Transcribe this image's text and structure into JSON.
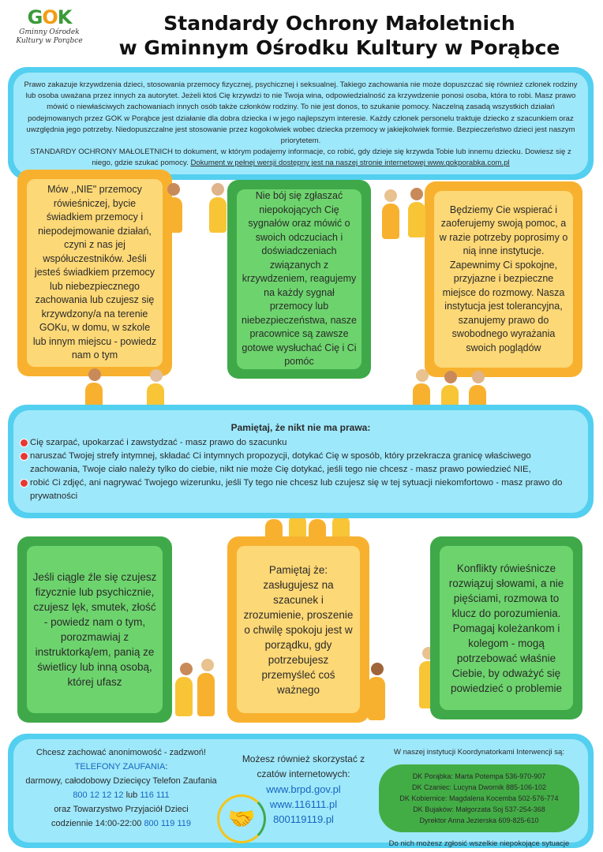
{
  "logo": {
    "text": "GOK",
    "subtitle": "Gminny Ośrodek Kultury w Porąbce"
  },
  "title": {
    "line1": "Standardy Ochrony Małoletnich",
    "line2": "w Gminnym Ośrodku Kultury w Porąbce"
  },
  "intro": {
    "paragraph": "Prawo zakazuje krzywdzenia dzieci, stosowania przemocy fizycznej, psychicznej i seksualnej. Takiego zachowania nie może dopuszczać się również członek rodziny lub osoba uważana przez innych za autorytet. Jeżeli ktoś Cię krzywdzi to nie Twoja wina, odpowiedzialność za krzywdzenie ponosi osoba, która to robi. Masz prawo mówić o niewłaściwych zachowaniach innych osób także członków rodziny. To nie jest donos, to szukanie pomocy. Naczelną zasadą wszystkich działań podejmowanych przez GOK w Porąbce jest działanie dla dobra dziecka i w jego najlepszym interesie. Każdy członek personelu traktuje dziecko z szacunkiem oraz uwzględnia jego potrzeby. Niedopuszczalne jest stosowanie przez kogokolwiek wobec dziecka przemocy w jakiejkolwiek formie. Bezpieczeństwo dzieci jest naszym priorytetem.",
    "standards": "STANDARDY OCHRONY MAŁOLETNICH to dokument, w którym podajemy informacje, co robić, gdy dzieje się krzywda Tobie lub innemu dziecku. Dowiesz się z niego, gdzie szukać pomocy. ",
    "link": "Dokument w pełnej wersji dostępny jest na naszej stronie internetowej www.gokporabka.com.pl"
  },
  "cards": [
    "Mów ,,NIE\" przemocy rówieśniczej, bycie świadkiem przemocy i niepodejmowanie działań, czyni z nas jej współuczestników. Jeśli jesteś świadkiem przemocy lub niebezpiecznego zachowania lub czujesz się krzywdzony/a na terenie GOKu, w domu, w szkole lub innym miejscu - powiedz nam o tym",
    "Nie bój się zgłaszać niepokojących Cię sygnałów oraz mówić o swoich odczuciach i doświadczeniach związanych z krzywdzeniem, reagujemy na każdy sygnał przemocy lub niebezpieczeństwa, nasze pracownice są zawsze gotowe wysłuchać Cię i Ci pomóc",
    "Będziemy Cie wspierać i zaoferujemy swoją pomoc, a w razie potrzeby poprosimy o nią inne instytucje. Zapewnimy Ci spokojne, przyjazne i bezpieczne miejsce do rozmowy. Nasza instytucja jest tolerancyjna, szanujemy prawo do swobodnego wyrażania swoich poglądów",
    "Jeśli ciągle źle się czujesz fizycznie lub psychicznie, czujesz lęk, smutek, złość - powiedz nam o tym, porozmawiaj z instruktorką/em, panią ze świetlicy lub inną osobą, której ufasz",
    "Pamiętaj że: zasługujesz na szacunek i zrozumienie, proszenie o chwilę spokoju jest w porządku, gdy potrzebujesz przemyśleć coś ważnego",
    "Konflikty rówieśnicze rozwiązuj słowami, a nie pięściami, rozmowa to klucz do porozumienia. Pomagaj koleżankom i kolegom - mogą potrzebować właśnie Ciebie, by odważyć się powiedzieć o problemie"
  ],
  "rights": {
    "heading": "Pamiętaj, że nikt nie ma prawa:",
    "items": [
      "Cię szarpać, upokarzać i zawstydzać - masz prawo do szacunku",
      "naruszać Twojej strefy intymnej, składać Ci intymnych propozycji, dotykać Cię w sposób, który przekracza granicę właściwego zachowania, Twoje ciało należy tylko do ciebie, nikt nie może Cię dotykać, jeśli tego nie chcesz - masz prawo powiedzieć NIE,",
      "robić Ci zdjęć, ani nagrywać Twojego wizerunku, jeśli Ty tego nie chcesz lub czujesz się w tej sytuacji niekomfortowo - masz prawo do prywatności"
    ]
  },
  "footer": {
    "phones": {
      "l1": "Chcesz zachować anonimowość - zadzwoń!",
      "l2": "TELEFONY ZAUFANIA",
      "l2b": ":",
      "l3": "darmowy, całodobowy Dziecięcy Telefon Zaufania",
      "n1": "800 12 12 12",
      "or": " lub ",
      "n2": "116 111",
      "l5": "oraz Towarzystwo Przyjaciół Dzieci",
      "l6": "codziennie 14:00-22:00 ",
      "n3": "800 119 119"
    },
    "chats": {
      "l1": "Możesz również skorzystać z czatów internetowych:",
      "urls": [
        "www.brpd.gov.pl",
        "www.116111.pl",
        "800119119.pl"
      ]
    },
    "coordinators": {
      "heading": "W naszej instytucji Koordynatorkami Interwencji są:",
      "list": [
        "DK Porąbka: Marta Potempa 536-970-907",
        "DK Czaniec: Lucyna Dwornik 885-106-102",
        "DK Kobiernice: Magdalena Kocemba 502-576-774",
        "DK Bujaków: Małgorzata Soj 537-254-368",
        "Dyrektor Anna Jezierska 609-825-610"
      ],
      "note": "Do nich możesz zgłosić wszelkie niepokojące sytuacje"
    }
  },
  "colors": {
    "blue_outer": "#53cff0",
    "blue_inner": "#9ee8fb",
    "orange": "#f8b12f",
    "yellow": "#fdd876",
    "green": "#3fa94a",
    "light_green": "#6dd46d",
    "link_blue": "#1565c0"
  }
}
